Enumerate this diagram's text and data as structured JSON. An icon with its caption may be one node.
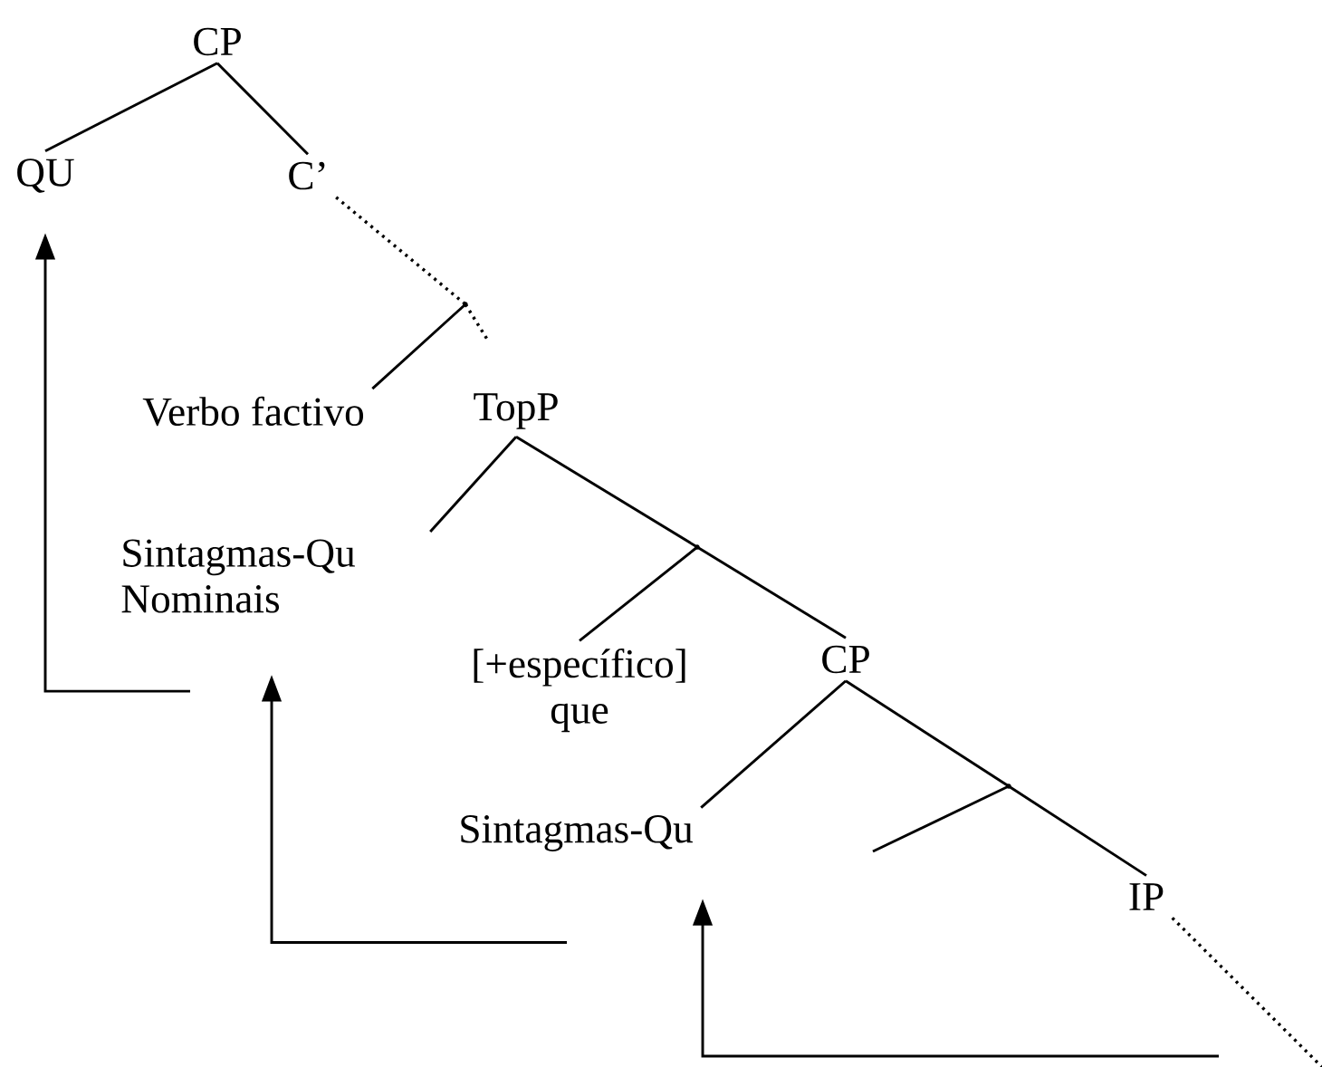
{
  "diagram": {
    "nodes": [
      {
        "text": [
          "CP"
        ]
      },
      {
        "text": [
          "QU"
        ]
      },
      {
        "text": [
          "C’"
        ]
      },
      {
        "text": [],
        "shape": "point"
      },
      {
        "text": [
          "Verbo factivo"
        ]
      },
      {
        "text": [
          "TopP"
        ]
      },
      {
        "text": [
          "Sintagmas-Qu Nominais"
        ]
      },
      {
        "text": [],
        "shape": "point"
      },
      {
        "text": [
          "[+específico] que"
        ]
      },
      {
        "text": [
          "CP"
        ]
      },
      {
        "text": [
          "Sintagmas-Qu"
        ]
      },
      {
        "text": [],
        "shape": "point"
      },
      {
        "text": [
          "IP"
        ]
      }
    ],
    "edges": [
      {
        "from": 0,
        "to": 1,
        "arrow": "none"
      },
      {
        "from": 0,
        "to": 2,
        "arrow": "none"
      },
      {
        "from": 2,
        "to": 3,
        "arrow": "none",
        "style": "dashed"
      },
      {
        "from": 3,
        "to": 4,
        "arrow": "none"
      },
      {
        "from": 3,
        "to": 5,
        "arrow": "none",
        "style": "dashed"
      },
      {
        "from": 5,
        "to": 6,
        "arrow": "none"
      },
      {
        "from": 5,
        "to": 7,
        "arrow": "none"
      },
      {
        "from": 7,
        "to": 8,
        "arrow": "none"
      },
      {
        "from": 7,
        "to": 9,
        "arrow": "none"
      },
      {
        "from": 9,
        "to": 10,
        "arrow": "none"
      },
      {
        "from": 9,
        "to": 11,
        "arrow": "none"
      },
      {
        "from": 11,
        "to": 12,
        "arrow": "none"
      },
      {
        "from": 11,
        "to": null,
        "arrow": "none"
      },
      {
        "from": 12,
        "to": null,
        "arrow": "none",
        "style": "dashed"
      },
      {
        "from": 6,
        "to": 1,
        "arrow": "to"
      },
      {
        "from": 10,
        "to": 6,
        "arrow": "to"
      },
      {
        "from": null,
        "to": 10,
        "arrow": "to"
      }
    ]
  }
}
